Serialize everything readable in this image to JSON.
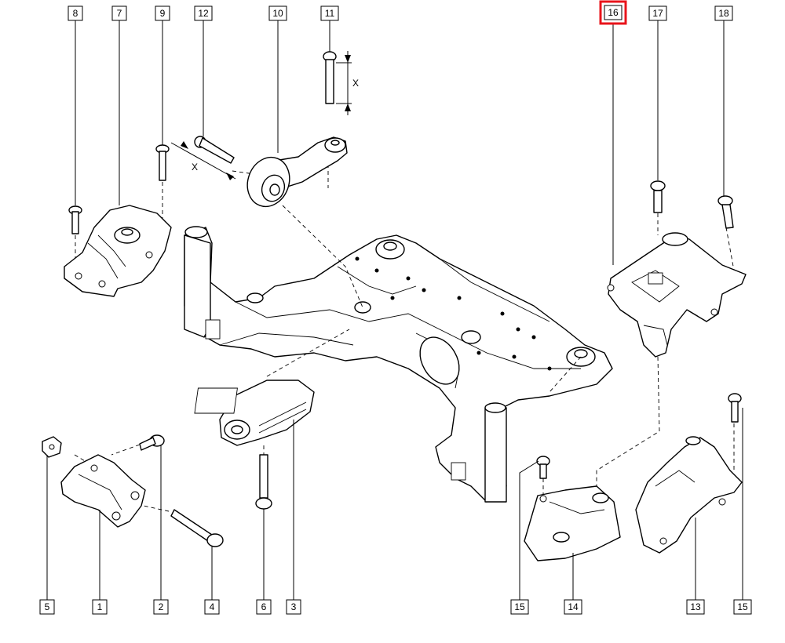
{
  "highlight_color": "#e8141b",
  "dimension_symbol": "X",
  "labels": {
    "l8": "8",
    "l7": "7",
    "l9": "9",
    "l12": "12",
    "l10": "10",
    "l11": "11",
    "l16": "16",
    "l17": "17",
    "l18": "18",
    "l5": "5",
    "l1": "1",
    "l2": "2",
    "l4": "4",
    "l6": "6",
    "l3": "3",
    "l15a": "15",
    "l14": "14",
    "l13": "13",
    "l15b": "15"
  },
  "highlighted_label": "16"
}
